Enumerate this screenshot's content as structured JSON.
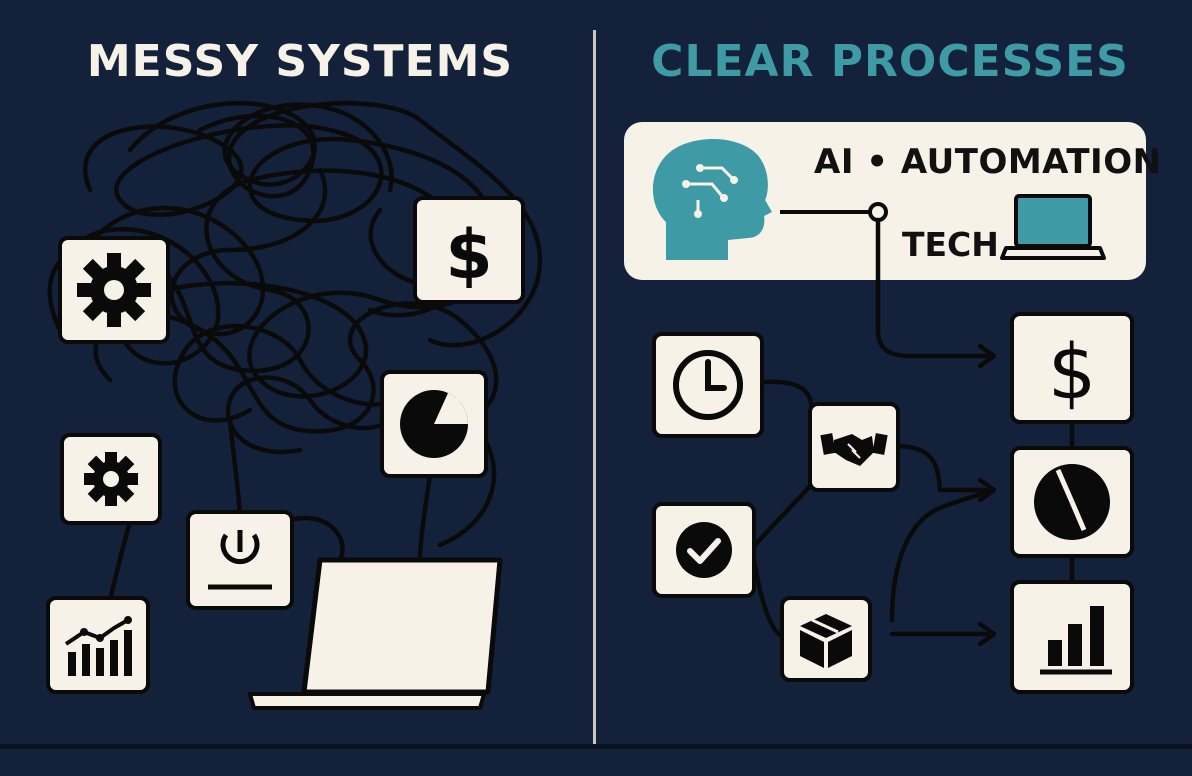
{
  "left_panel": {
    "title": "MESSY SYSTEMS",
    "icons": [
      "gear-icon",
      "dollar-icon",
      "pie-chart-icon",
      "gear-icon",
      "power-icon",
      "line-chart-icon",
      "laptop-icon"
    ]
  },
  "right_panel": {
    "title": "CLEAR PROCESSES",
    "banner": {
      "line1": "AI • AUTOMATION",
      "line2": "TECH",
      "icons": [
        "ai-head-icon",
        "laptop-icon"
      ]
    },
    "icons": [
      "clock-icon",
      "handshake-icon",
      "checkmark-icon",
      "package-icon",
      "dollar-icon",
      "pie-chart-icon",
      "bar-chart-icon"
    ]
  },
  "colors": {
    "background": "#14213a",
    "card": "#f6f2e8",
    "accent_teal": "#3e9aa4",
    "ink": "#111111"
  }
}
